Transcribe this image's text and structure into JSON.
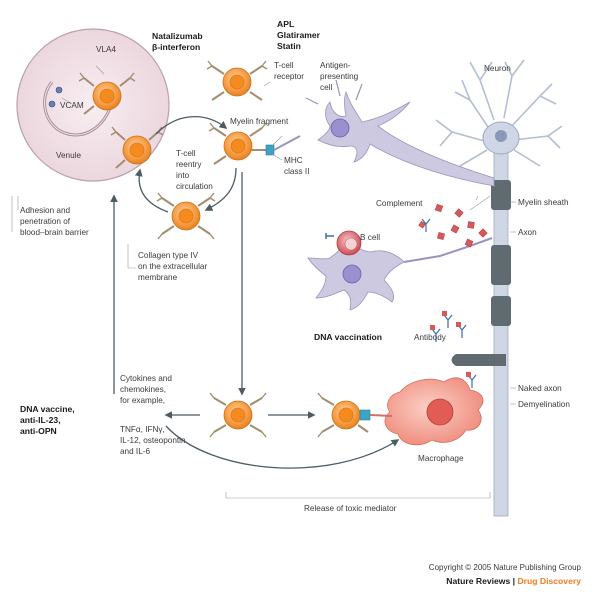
{
  "labels": {
    "vla4": "VLA4",
    "vcam": "VCAM",
    "venule": "Venule",
    "adhesion_1": "Adhesion and",
    "adhesion_2": "penetration of",
    "adhesion_3": "blood–brain barrier",
    "natalizumab": "Natalizumab",
    "beta_interferon": "β-interferon",
    "apl": "APL",
    "glatiramer": "Glatiramer",
    "statin": "Statin",
    "tcell_receptor_1": "T-cell",
    "tcell_receptor_2": "receptor",
    "apc_1": "Antigen-",
    "apc_2": "presenting",
    "apc_3": "cell",
    "neuron": "Neuron",
    "myelin_fragment": "Myelin fragment",
    "reentry_1": "T-cell",
    "reentry_2": "reentry",
    "reentry_3": "into",
    "reentry_4": "circulation",
    "mhc_1": "MHC",
    "mhc_2": "class II",
    "complement": "Complement",
    "myelin_sheath": "Myelin sheath",
    "axon": "Axon",
    "bcell": "B cell",
    "collagen_1": "Collagen type IV",
    "collagen_2": "on the extracellular",
    "collagen_3": "membrane",
    "dna_vaccination": "DNA vaccination",
    "antibody": "Antibody",
    "naked_axon": "Naked axon",
    "demyelination": "Demyelination",
    "cyto_1": "Cytokines and",
    "cyto_2": "chemokines,",
    "cyto_3": "for example,",
    "cyto_4": "TNFα, IFNγ,",
    "cyto_5": "IL-12, osteopontin",
    "cyto_6": "and IL-6",
    "dna_vaccine_1": "DNA vaccine,",
    "dna_vaccine_2": "anti-IL-23,",
    "dna_vaccine_3": "anti-OPN",
    "macrophage": "Macrophage",
    "release": "Release of toxic mediator"
  },
  "footer": {
    "copyright": "Copyright © 2005 Nature Publishing Group",
    "journal": "Nature Reviews",
    "separator": " | ",
    "section": "Drug Discovery"
  },
  "colors": {
    "tcell": "#f7a14b",
    "tcell_core": "#e8811f",
    "venule_fill": "#f3e6ea",
    "venule_stroke": "#b8a2aa",
    "axon": "#cfd6e6",
    "sheath": "#5f6b70",
    "apc": "#ccc9e0",
    "bcell": "#d9535a",
    "macrophage": "#f4a093",
    "complement": "#d9585a",
    "arrow": "#4d5b63",
    "brand_orange": "#f07a1e"
  }
}
